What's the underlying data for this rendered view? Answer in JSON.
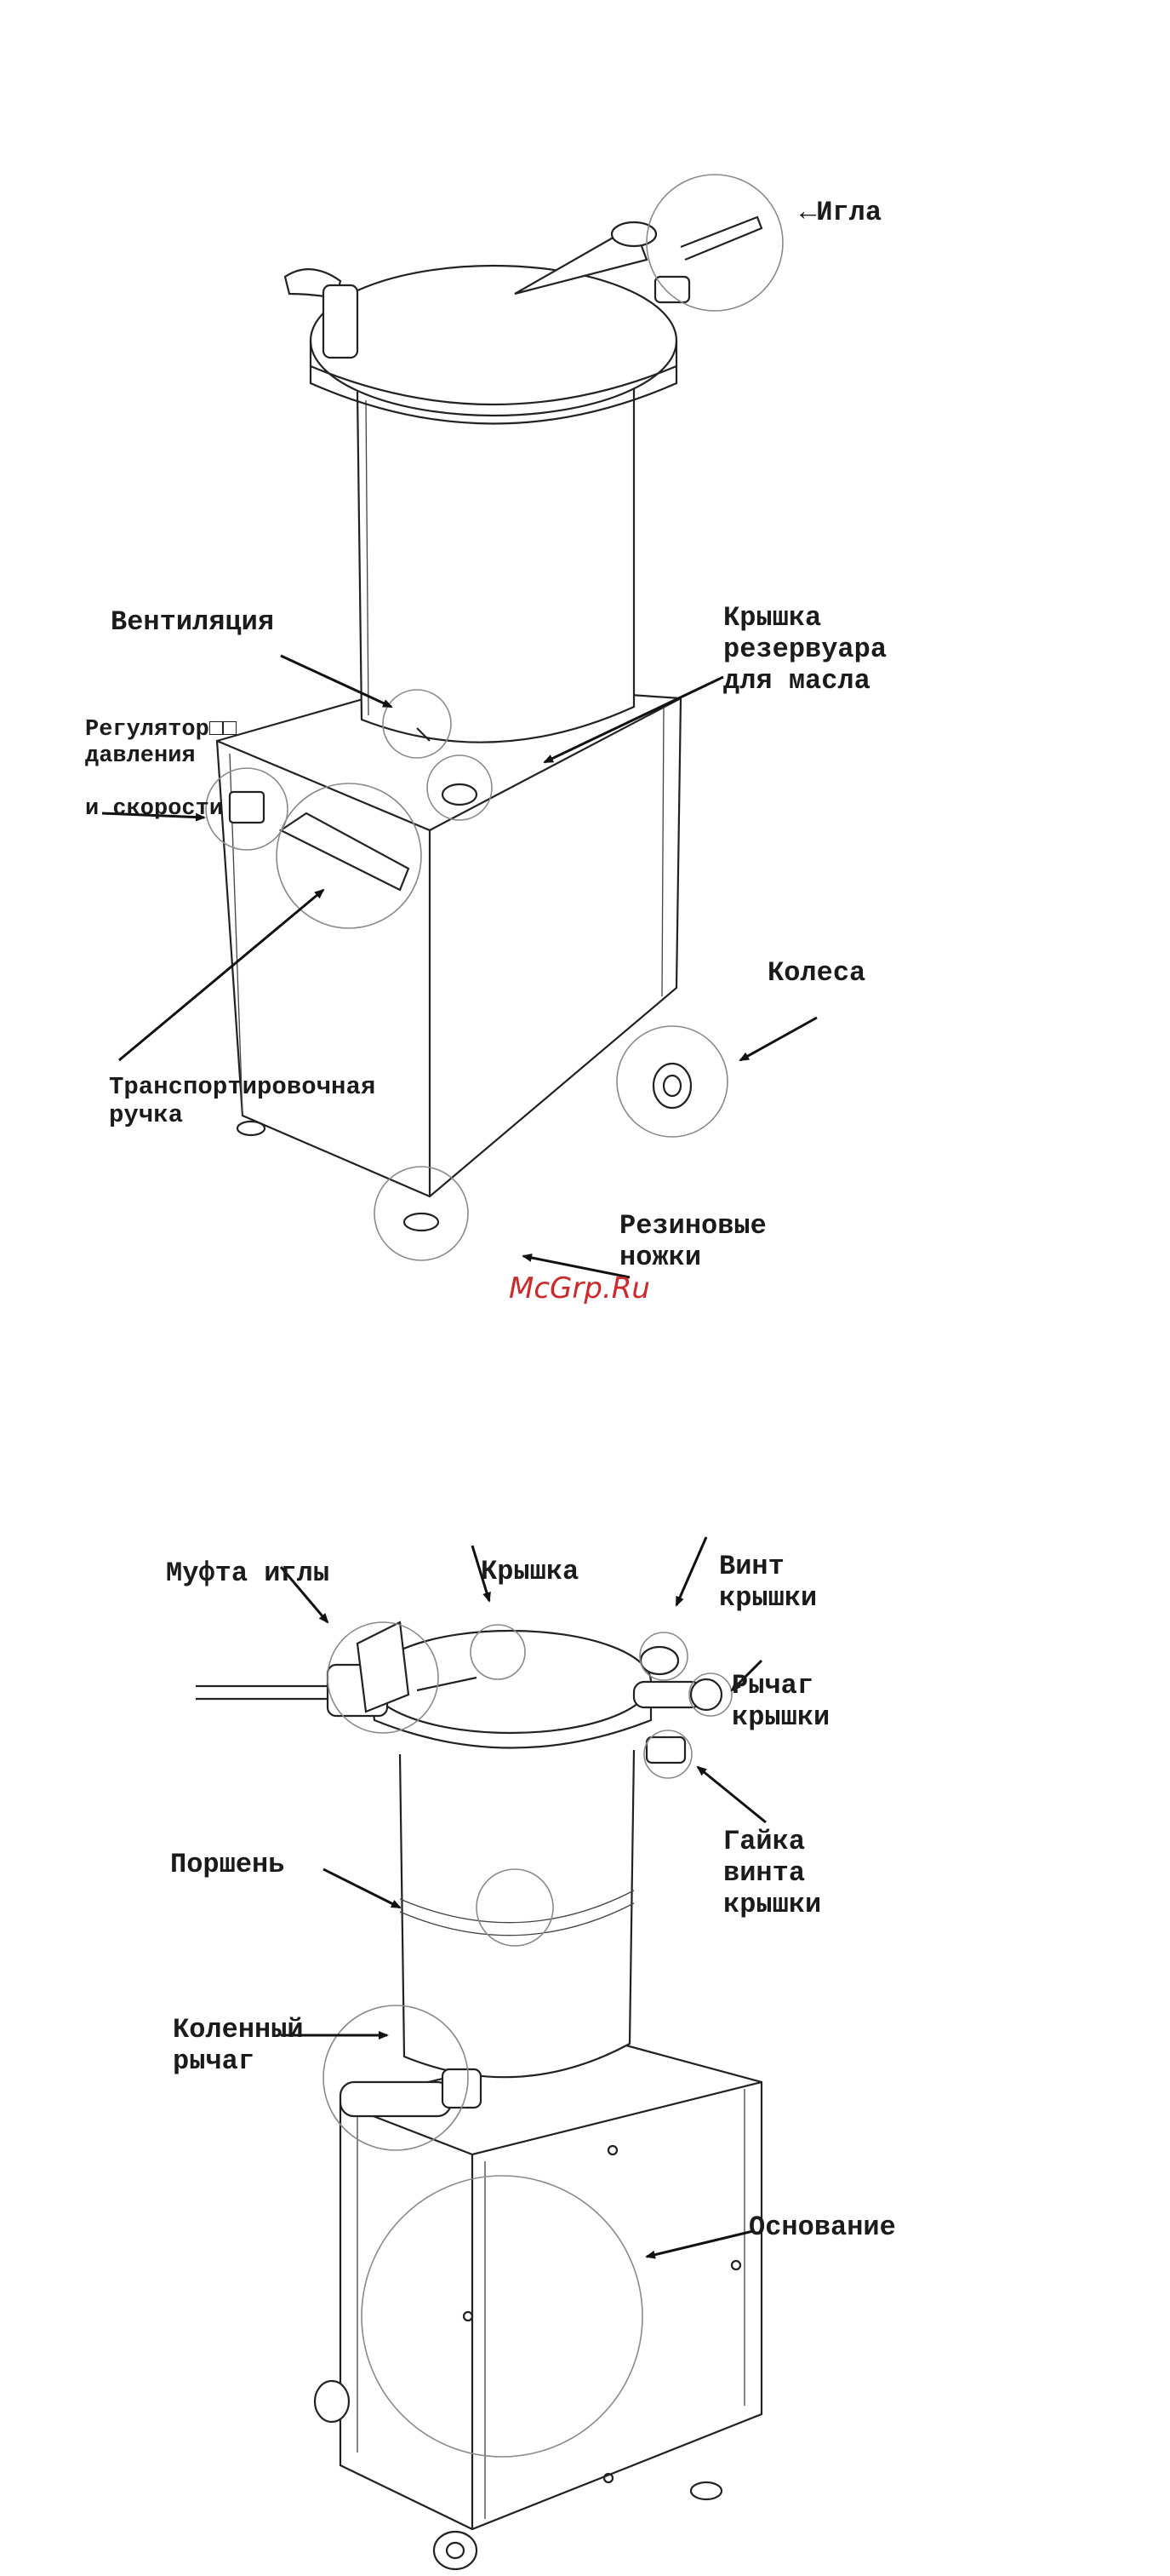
{
  "figure1": {
    "labels": {
      "needle": "←Игла",
      "ventilation": "Вентиляция",
      "oil_cap": "Крышка\nрезервуара\nдля масла",
      "regulator": "Регулятор□□\nдавления\n\nи скорости",
      "transport_handle": "Транспортировочная\nручка",
      "wheels": "Колеса",
      "rubber_feet": "Резиновые\nножки"
    }
  },
  "watermark": "McGrp.Ru",
  "figure2": {
    "labels": {
      "needle_coupling": "Муфта иглы",
      "lid": "Крышка",
      "lid_screw": "Винт\nкрышки",
      "lid_lever": "Рычаг\nкрышки",
      "lid_screw_nut": "Гайка\nвинта\nкрышки",
      "piston": "Поршень",
      "knee_lever": "Коленный\nрычаг",
      "base": "Основание"
    }
  }
}
